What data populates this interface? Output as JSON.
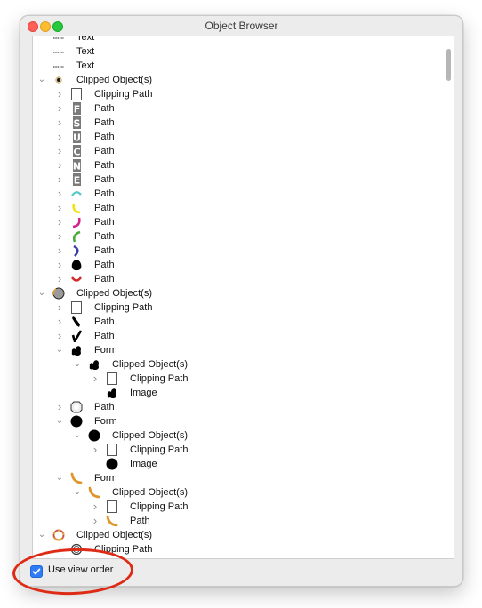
{
  "window": {
    "title": "Object Browser"
  },
  "rows": [
    {
      "indent": 0,
      "chevron": "none",
      "icon": "rule-icon",
      "label": "Text",
      "cut": true
    },
    {
      "indent": 0,
      "chevron": "none",
      "icon": "rule-icon",
      "label": "Text"
    },
    {
      "indent": 0,
      "chevron": "none",
      "icon": "rule-icon",
      "label": "Text"
    },
    {
      "indent": 0,
      "chevron": "down",
      "icon": "dot-icon",
      "label": "Clipped Object(s)"
    },
    {
      "indent": 1,
      "chevron": "right",
      "icon": "clip-rect-icon",
      "label": "Clipping Path"
    },
    {
      "indent": 1,
      "chevron": "right",
      "icon": "letter-f-icon",
      "label": "Path"
    },
    {
      "indent": 1,
      "chevron": "right",
      "icon": "letter-s-icon",
      "label": "Path"
    },
    {
      "indent": 1,
      "chevron": "right",
      "icon": "letter-u-icon",
      "label": "Path"
    },
    {
      "indent": 1,
      "chevron": "right",
      "icon": "letter-c-icon",
      "label": "Path"
    },
    {
      "indent": 1,
      "chevron": "right",
      "icon": "letter-n-icon",
      "label": "Path"
    },
    {
      "indent": 1,
      "chevron": "right",
      "icon": "letter-e-icon",
      "label": "Path"
    },
    {
      "indent": 1,
      "chevron": "right",
      "icon": "cyan-arc-icon",
      "label": "Path"
    },
    {
      "indent": 1,
      "chevron": "right",
      "icon": "yellow-arc-icon",
      "label": "Path"
    },
    {
      "indent": 1,
      "chevron": "right",
      "icon": "magenta-arc-icon",
      "label": "Path"
    },
    {
      "indent": 1,
      "chevron": "right",
      "icon": "green-arc-icon",
      "label": "Path"
    },
    {
      "indent": 1,
      "chevron": "right",
      "icon": "blue-arc-icon",
      "label": "Path"
    },
    {
      "indent": 1,
      "chevron": "right",
      "icon": "black-blob-icon",
      "label": "Path"
    },
    {
      "indent": 1,
      "chevron": "right",
      "icon": "red-arc-icon",
      "label": "Path"
    },
    {
      "indent": 0,
      "chevron": "down",
      "icon": "grey-circle-icon",
      "label": "Clipped Object(s)"
    },
    {
      "indent": 1,
      "chevron": "right",
      "icon": "clip-rect-icon",
      "label": "Clipping Path"
    },
    {
      "indent": 1,
      "chevron": "right",
      "icon": "black-stroke-icon",
      "label": "Path"
    },
    {
      "indent": 1,
      "chevron": "right",
      "icon": "black-check-icon",
      "label": "Path"
    },
    {
      "indent": 1,
      "chevron": "down",
      "icon": "black-splash-icon",
      "label": "Form"
    },
    {
      "indent": 2,
      "chevron": "down",
      "icon": "black-splash-icon",
      "label": "Clipped Object(s)"
    },
    {
      "indent": 3,
      "chevron": "right",
      "icon": "clip-rect-icon",
      "label": "Clipping Path"
    },
    {
      "indent": 3,
      "chevron": "none",
      "icon": "black-splash-icon",
      "label": "Image"
    },
    {
      "indent": 1,
      "chevron": "right",
      "icon": "octagon-icon",
      "label": "Path"
    },
    {
      "indent": 1,
      "chevron": "down",
      "icon": "black-disc-icon",
      "label": "Form"
    },
    {
      "indent": 2,
      "chevron": "down",
      "icon": "black-disc-icon",
      "label": "Clipped Object(s)"
    },
    {
      "indent": 3,
      "chevron": "right",
      "icon": "clip-rect-icon",
      "label": "Clipping Path"
    },
    {
      "indent": 3,
      "chevron": "none",
      "icon": "black-disc-icon",
      "label": "Image"
    },
    {
      "indent": 1,
      "chevron": "down",
      "icon": "orange-arc-icon",
      "label": "Form"
    },
    {
      "indent": 2,
      "chevron": "down",
      "icon": "orange-arc-icon",
      "label": "Clipped Object(s)"
    },
    {
      "indent": 3,
      "chevron": "right",
      "icon": "clip-rect-icon",
      "label": "Clipping Path"
    },
    {
      "indent": 3,
      "chevron": "right",
      "icon": "orange-arc-icon",
      "label": "Path"
    },
    {
      "indent": 0,
      "chevron": "down",
      "icon": "ring-icon",
      "label": "Clipped Object(s)"
    },
    {
      "indent": 1,
      "chevron": "right",
      "icon": "outline-circle-icon",
      "label": "Clipping Path",
      "cut": true
    }
  ],
  "footer": {
    "checkbox_label": "Use view order",
    "checked": true
  },
  "colors": {
    "accent": "#2f7cf6",
    "annotation": "#dd2b15"
  }
}
